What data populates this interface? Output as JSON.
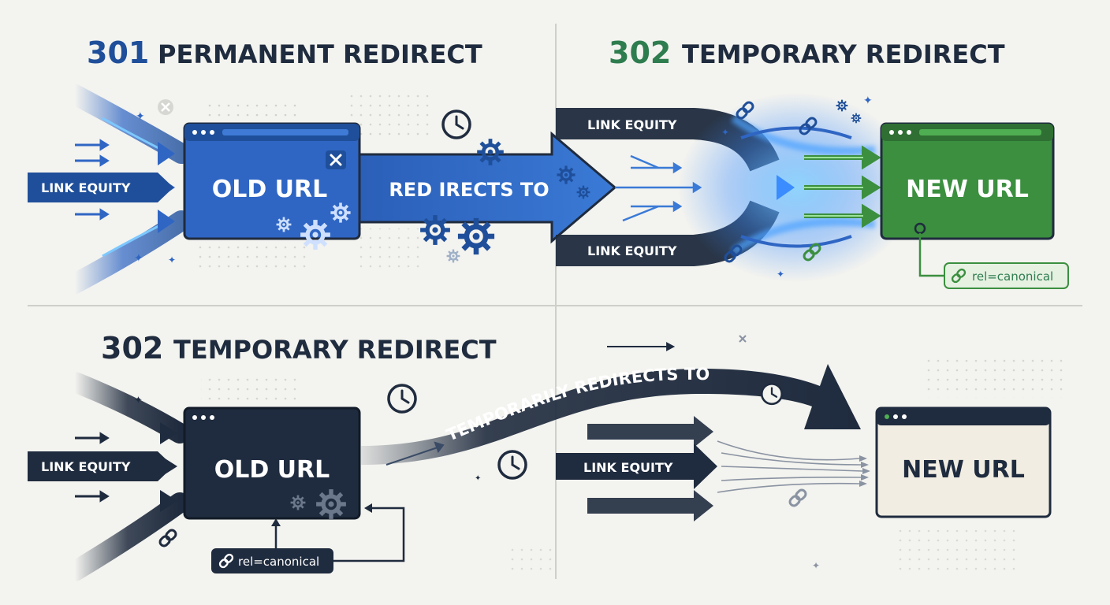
{
  "colors": {
    "background": "#f3f3ef",
    "blue": "#2f66c4",
    "blue_dark": "#1f4f9a",
    "navy": "#1f2b3e",
    "green": "#3b8f3f",
    "green_text": "#2e7d4f",
    "glow": "#5fb6ff"
  },
  "panels": {
    "top_left": {
      "title_code": "301",
      "title_rest": "PERMANENT REDIRECT",
      "link_equity": "LINK EQUITY",
      "old_url": "OLD URL",
      "arrow_label": "RED IRECTS TO"
    },
    "top_right": {
      "title_code": "302",
      "title_rest": "TEMPORARY REDIRECT",
      "link_equity_top": "LINK EQUITY",
      "link_equity_bottom": "LINK EQUITY",
      "new_url": "NEW URL",
      "canonical": "rel=canonical"
    },
    "bottom_left": {
      "title_code": "302",
      "title_rest": "TEMPORARY REDIRECT",
      "link_equity": "LINK EQUITY",
      "old_url": "OLD URL",
      "canonical": "rel=canonical"
    },
    "bottom_right": {
      "arrow_label": "TEMPORARILY REDIRECTS TO",
      "link_equity": "LINK EQUITY",
      "new_url": "NEW URL"
    }
  },
  "icons": [
    "clock-icon",
    "gear-icon",
    "chain-link-icon",
    "close-icon",
    "sparkle-icon"
  ]
}
